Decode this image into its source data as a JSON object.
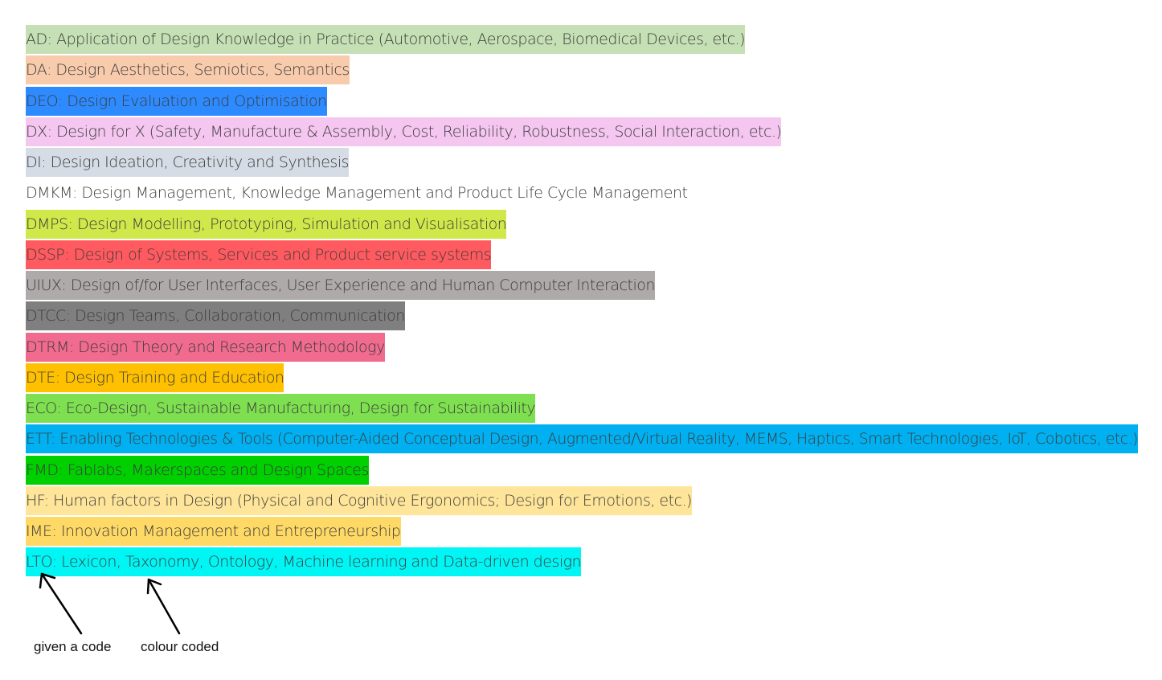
{
  "topics": [
    {
      "code": "AD",
      "label": "AD: Application of Design Knowledge in Practice (Automotive, Aerospace, Biomedical Devices, etc.)",
      "color": "#c5e0b4"
    },
    {
      "code": "DA",
      "label": "DA: Design Aesthetics, Semiotics, Semantics",
      "color": "#f8cbad"
    },
    {
      "code": "DEO",
      "label": "DEO: Design Evaluation and Optimisation",
      "color": "#2e8bff"
    },
    {
      "code": "DX",
      "label": "DX: Design for X (Safety, Manufacture & Assembly, Cost, Reliability, Robustness, Social Interaction, etc.)",
      "color": "#f4c6f0"
    },
    {
      "code": "DI",
      "label": "DI: Design Ideation, Creativity and Synthesis",
      "color": "#d6dce5"
    },
    {
      "code": "DMKM",
      "label": "DMKM: Design Management, Knowledge Management and Product Life Cycle Management",
      "color": "#ffffff"
    },
    {
      "code": "DMPS",
      "label": "DMPS: Design Modelling, Prototyping, Simulation and Visualisation",
      "color": "#d0e84a"
    },
    {
      "code": "DSSP",
      "label": "DSSP: Design of Systems, Services and Product service systems",
      "color": "#ff5a5f"
    },
    {
      "code": "UIUX",
      "label": "UIUX: Design of/for User Interfaces, User Experience and Human Computer Interaction",
      "color": "#aeaaaa"
    },
    {
      "code": "DTCC",
      "label": "DTCC: Design Teams, Collaboration, Communication",
      "color": "#7f7f7f"
    },
    {
      "code": "DTRM",
      "label": "DTRM: Design Theory and Research Methodology",
      "color": "#f06b8e"
    },
    {
      "code": "DTE",
      "label": "DTE: Design Training and Education",
      "color": "#ffc000"
    },
    {
      "code": "ECO",
      "label": "ECO: Eco-Design, Sustainable Manufacturing, Design for Sustainability",
      "color": "#7ee050"
    },
    {
      "code": "ETT",
      "label": "ETT: Enabling Technologies & Tools (Computer-Aided Conceptual Design, Augmented/Virtual Reality, MEMS, Haptics, Smart Technologies, IoT, Cobotics, etc.)",
      "color": "#00b0f0"
    },
    {
      "code": "FMD",
      "label": "FMD: Fablabs, Makerspaces and Design Spaces",
      "color": "#00d000"
    },
    {
      "code": "HF",
      "label": "HF: Human factors in Design (Physical and Cognitive Ergonomics; Design for Emotions, etc.)",
      "color": "#ffe599"
    },
    {
      "code": "IME",
      "label": "IME: Innovation Management and Entrepreneurship",
      "color": "#ffd966"
    },
    {
      "code": "LTO",
      "label": "LTO: Lexicon, Taxonomy, Ontology, Machine learning and Data-driven design",
      "color": "#00f5f5"
    }
  ],
  "annotations": {
    "code_note": "given a code",
    "colour_note": "colour coded"
  }
}
